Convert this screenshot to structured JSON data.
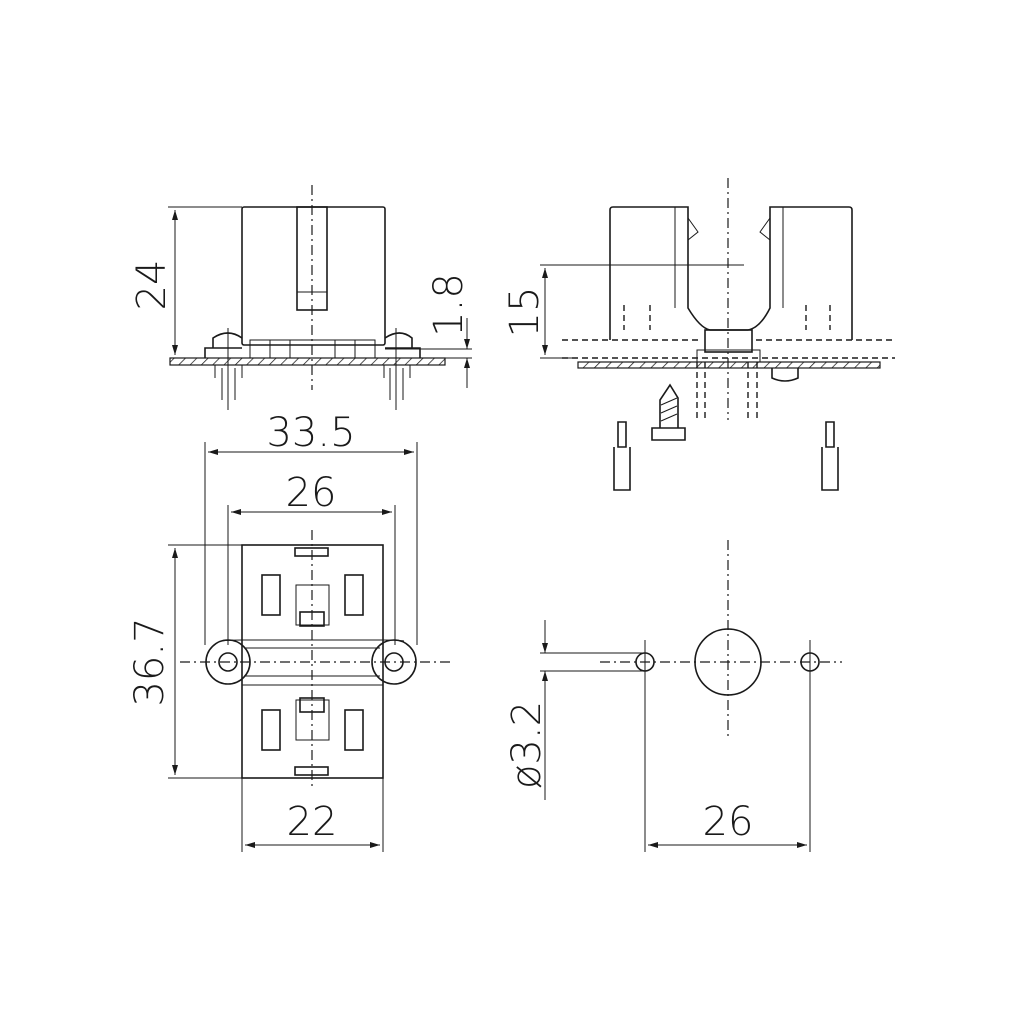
{
  "dimensions": {
    "height_side": "24",
    "plate_thickness": "1.8",
    "lamp_height": "15",
    "overall_width": "33.5",
    "hole_spacing": "26",
    "depth": "36.7",
    "body_width": "22",
    "hole_diameter": "ø3.2",
    "drill_spacing": "26"
  }
}
